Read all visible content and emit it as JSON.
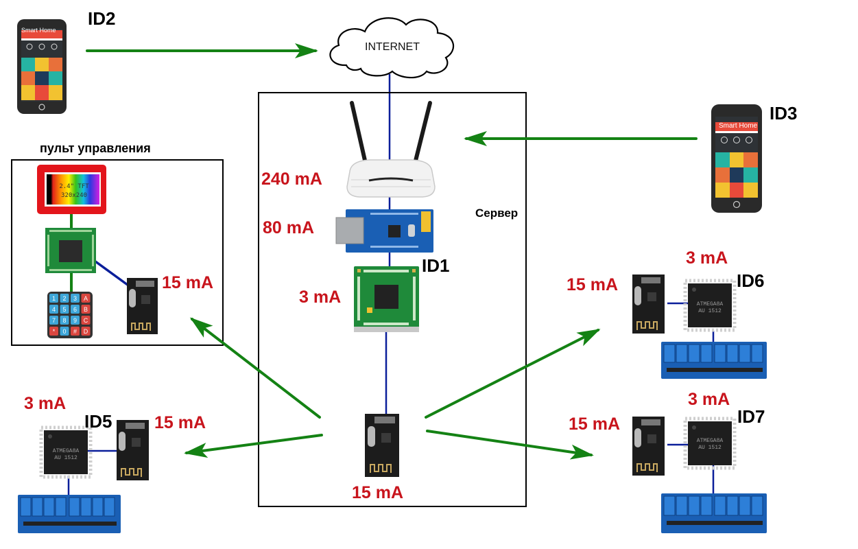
{
  "title": "Smart home network diagram",
  "cloud": {
    "label": "INTERNET"
  },
  "phones": [
    {
      "id": "ID2",
      "app_title": "Smart Home"
    },
    {
      "id": "ID3",
      "app_title": "Smart Home"
    }
  ],
  "server": {
    "label": "Сервер",
    "id": "ID1",
    "router_current": "240 mA",
    "ethernet_current": "80 mA",
    "mcu_current": "3 mA",
    "radio_current": "15 mA"
  },
  "remote": {
    "label": "пульт управления",
    "display_text": [
      "2.4\" TFT",
      "320x240"
    ],
    "radio_current": "15 mA",
    "keypad_keys": [
      "1",
      "2",
      "3",
      "A",
      "4",
      "5",
      "6",
      "B",
      "7",
      "8",
      "9",
      "C",
      "*",
      "0",
      "#",
      "D"
    ]
  },
  "nodes": [
    {
      "id": "ID5",
      "mcu_current": "3 mA",
      "radio_current": "15 mA",
      "chip_text": [
        "ATMEGA8A",
        "AU 1512"
      ]
    },
    {
      "id": "ID6",
      "mcu_current": "3 mA",
      "radio_current": "15 mA",
      "chip_text": [
        "ATMEGA8A",
        "AU 1512"
      ]
    },
    {
      "id": "ID7",
      "mcu_current": "3 mA",
      "radio_current": "15 mA",
      "chip_text": [
        "ATMEGA8A",
        "AU 1512"
      ]
    }
  ],
  "colors": {
    "arrow": "#148214",
    "wire": "#0a1e9a",
    "current_label": "#c8141c",
    "board_green": "#1f8a3a",
    "board_blue": "#1a5fb4"
  }
}
